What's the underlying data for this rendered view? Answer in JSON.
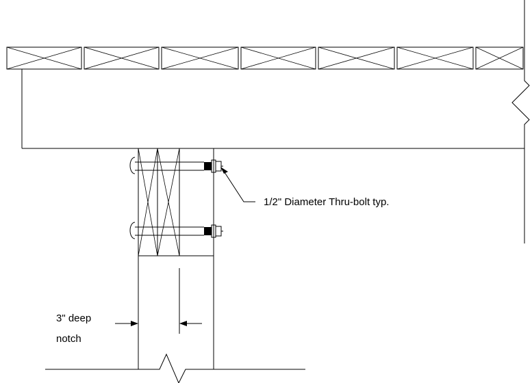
{
  "diagram": {
    "title": "",
    "annotations": {
      "bolt_note": "1/2\" Diameter Thru-bolt typ.",
      "notch_line1": "3\" deep",
      "notch_line2": "notch"
    },
    "components": [
      "deck-boards",
      "beam",
      "post",
      "thru-bolt",
      "notch-dimension",
      "break-line"
    ]
  }
}
